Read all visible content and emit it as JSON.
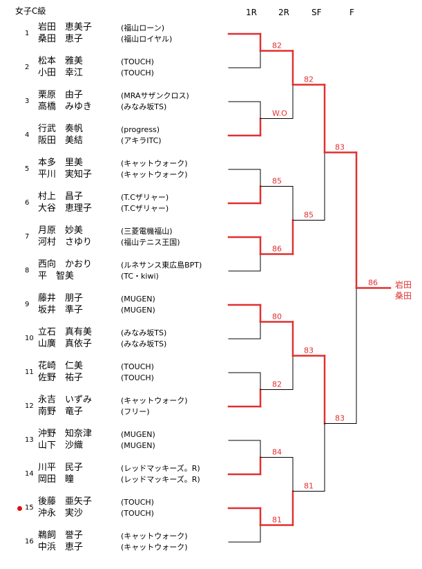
{
  "title": "女子C級",
  "rounds": [
    "1R",
    "2R",
    "SF",
    "F"
  ],
  "colors": {
    "win": "#e03030",
    "line": "#000000"
  },
  "entries": [
    {
      "seed": "1",
      "p1": "岩田　恵美子",
      "p2": "桑田　恵子",
      "c1": "(福山ローン)",
      "c2": "(福山ロイヤル)"
    },
    {
      "seed": "2",
      "p1": "松本　雅美",
      "p2": "小田　幸江",
      "c1": "(TOUCH)",
      "c2": "(TOUCH)"
    },
    {
      "seed": "3",
      "p1": "栗原　由子",
      "p2": "高橋　みゆき",
      "c1": "(MRAサザンクロス)",
      "c2": "(みなみ坂TS)"
    },
    {
      "seed": "4",
      "p1": "行武　奏帆",
      "p2": "阪田　美結",
      "c1": "(progress)",
      "c2": "(アキラITC)"
    },
    {
      "seed": "5",
      "p1": "本多　里美",
      "p2": "平川　実知子",
      "c1": "(キャットウォーク)",
      "c2": "(キャットウォーク)"
    },
    {
      "seed": "6",
      "p1": "村上　昌子",
      "p2": "大谷　恵理子",
      "c1": "(T.Cザリャー)",
      "c2": "(T.Cザリャー)"
    },
    {
      "seed": "7",
      "p1": "月原　妙美",
      "p2": "河村　さゆり",
      "c1": "(三菱電機福山)",
      "c2": "(福山テニス王国)"
    },
    {
      "seed": "8",
      "p1": "西向　かおり",
      "p2": "平　智美",
      "c1": "(ルネサンス東広島BPT)",
      "c2": "(TC・kiwi)"
    },
    {
      "seed": "9",
      "p1": "藤井　朋子",
      "p2": "坂井　準子",
      "c1": "(MUGEN)",
      "c2": "(MUGEN)"
    },
    {
      "seed": "10",
      "p1": "立石　真有美",
      "p2": "山廣　真依子",
      "c1": "(みなみ坂TS)",
      "c2": "(みなみ坂TS)"
    },
    {
      "seed": "11",
      "p1": "花崎　仁美",
      "p2": "佐野　祐子",
      "c1": "(TOUCH)",
      "c2": "(TOUCH)"
    },
    {
      "seed": "12",
      "p1": "永吉　いずみ",
      "p2": "南野　竜子",
      "c1": "(キャットウォーク)",
      "c2": "(フリー)"
    },
    {
      "seed": "13",
      "p1": "沖野　知奈津",
      "p2": "山下　沙織",
      "c1": "(MUGEN)",
      "c2": "(MUGEN)"
    },
    {
      "seed": "14",
      "p1": "川平　民子",
      "p2": "岡田　瞳",
      "c1": "(レッドマッキーズ。R)",
      "c2": "(レッドマッキーズ。R)"
    },
    {
      "seed": "15",
      "p1": "後藤　亜矢子",
      "p2": "沖永　実沙",
      "c1": "(TOUCH)",
      "c2": "(TOUCH)",
      "marked": true
    },
    {
      "seed": "16",
      "p1": "鵜飼　誉子",
      "p2": "中浜　恵子",
      "c1": "(キャットウォーク)",
      "c2": "(キャットウォーク)"
    }
  ],
  "r1_winners": [
    "top",
    "bottom",
    "bottom",
    "top",
    "top",
    "bottom",
    "bottom",
    "top"
  ],
  "r2_matches": [
    {
      "score": "82",
      "winner": "top"
    },
    {
      "score": "W.O",
      "winner": "top"
    },
    {
      "score": "85",
      "winner": "top"
    },
    {
      "score": "86",
      "winner": "bottom"
    },
    {
      "score": "80",
      "winner": "bottom"
    },
    {
      "score": "82",
      "winner": "top"
    },
    {
      "score": "84",
      "winner": "top"
    },
    {
      "score": "81",
      "winner": "top"
    }
  ],
  "sf_matches": [
    {
      "score": "82",
      "winner": "top"
    },
    {
      "score": "85",
      "winner": "bottom"
    },
    {
      "score": "83",
      "winner": "top"
    },
    {
      "score": "81",
      "winner": "bottom"
    }
  ],
  "qf_matches": [
    {
      "score": "83",
      "winner": "top"
    },
    {
      "score": "83",
      "winner": "top"
    }
  ],
  "final_match": {
    "score": "86",
    "winner": "top"
  },
  "champion": {
    "line1": "岩田",
    "line2": "桑田"
  }
}
